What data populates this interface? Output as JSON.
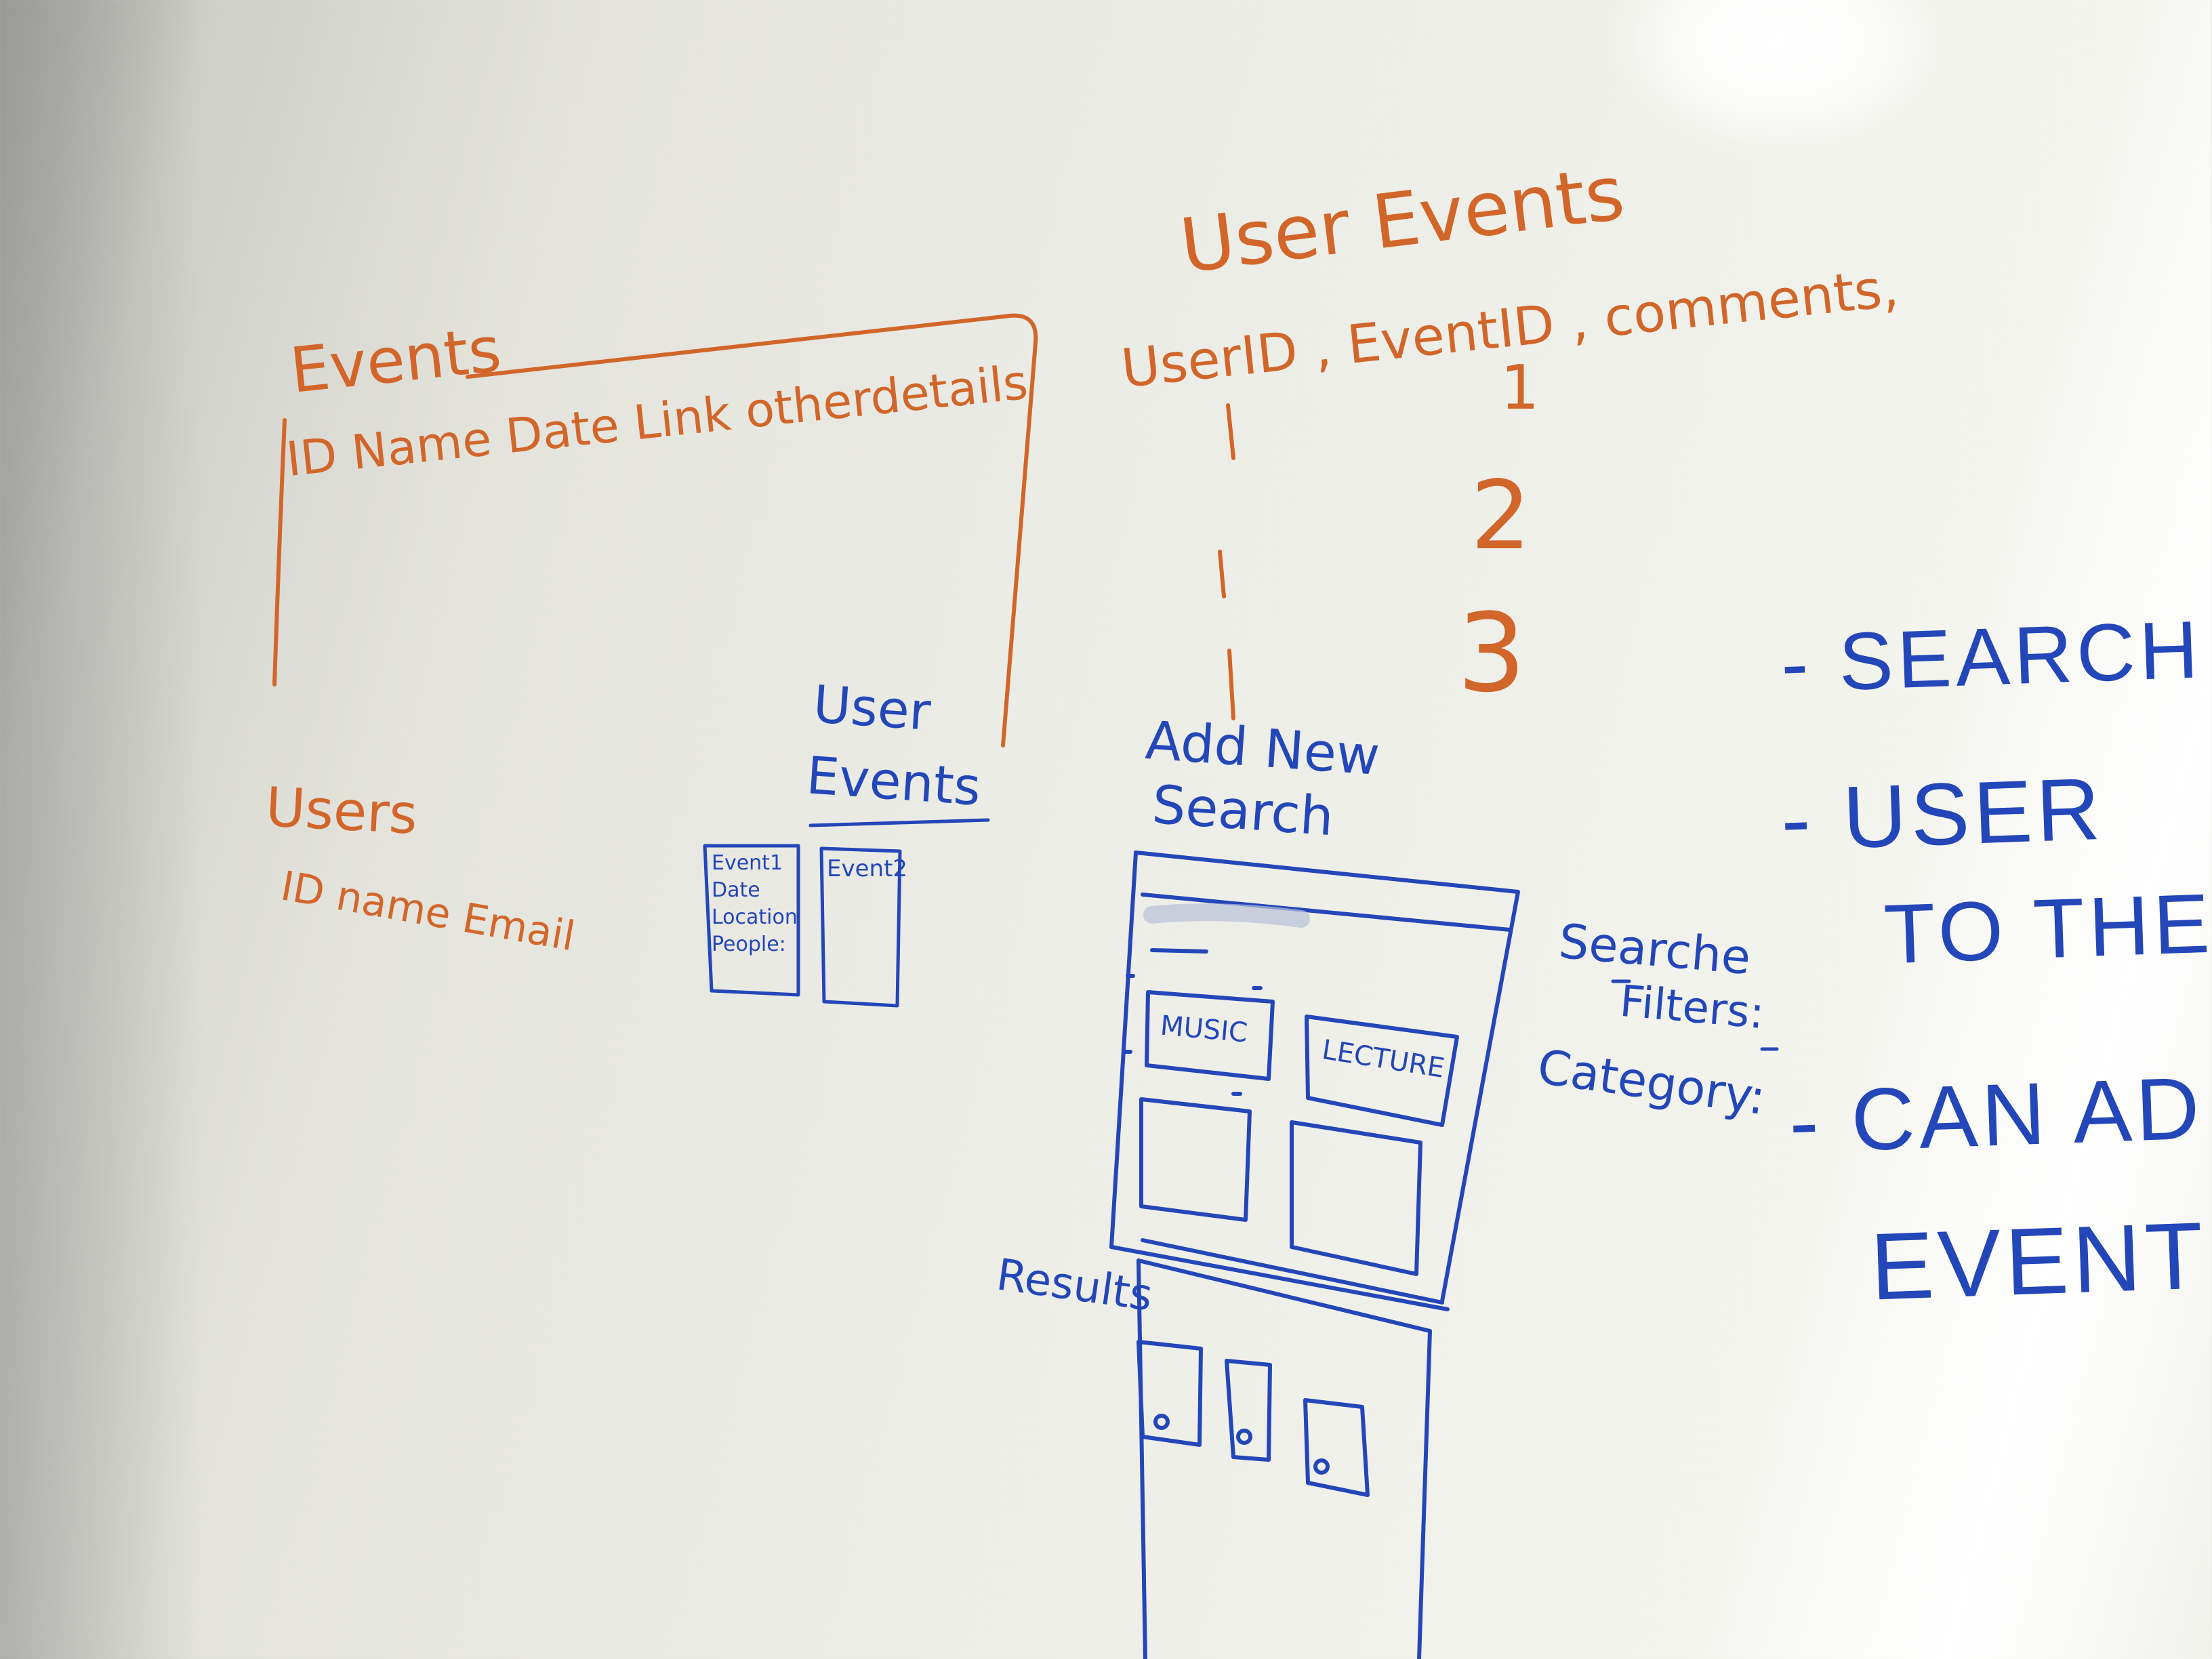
{
  "whiteboard": {
    "events_table": {
      "title": "Events",
      "columns": "ID  Name Date Link otherdetails"
    },
    "users_table": {
      "title": "Users",
      "columns": "ID name Email"
    },
    "user_events_note": {
      "title_line1": "User",
      "title_line2": "Events",
      "card1_lines": [
        "Event1",
        "Date",
        "Location",
        "People:"
      ],
      "card2_label": "Event2"
    },
    "user_events_table": {
      "title": "User Events",
      "columns": "UserID , EventID , comments,",
      "user_ids": [
        "1",
        "1",
        "1"
      ],
      "event_ids": [
        "1",
        "2",
        "3"
      ]
    },
    "mockup": {
      "caption_line1": "Add New",
      "caption_line2": "Search",
      "buttons": [
        "MUSIC",
        "LECTURE"
      ],
      "results_label": "Results"
    },
    "filters_note": {
      "line1": "Searche",
      "line2": "Filters:",
      "line3": "Category:"
    },
    "feature_list": {
      "item1": "- SEARCH",
      "item2_line1": "- USER",
      "item2_line2": "TO THE",
      "item3_line1": "- CAN AD",
      "item3_line2": "EVENT"
    }
  }
}
